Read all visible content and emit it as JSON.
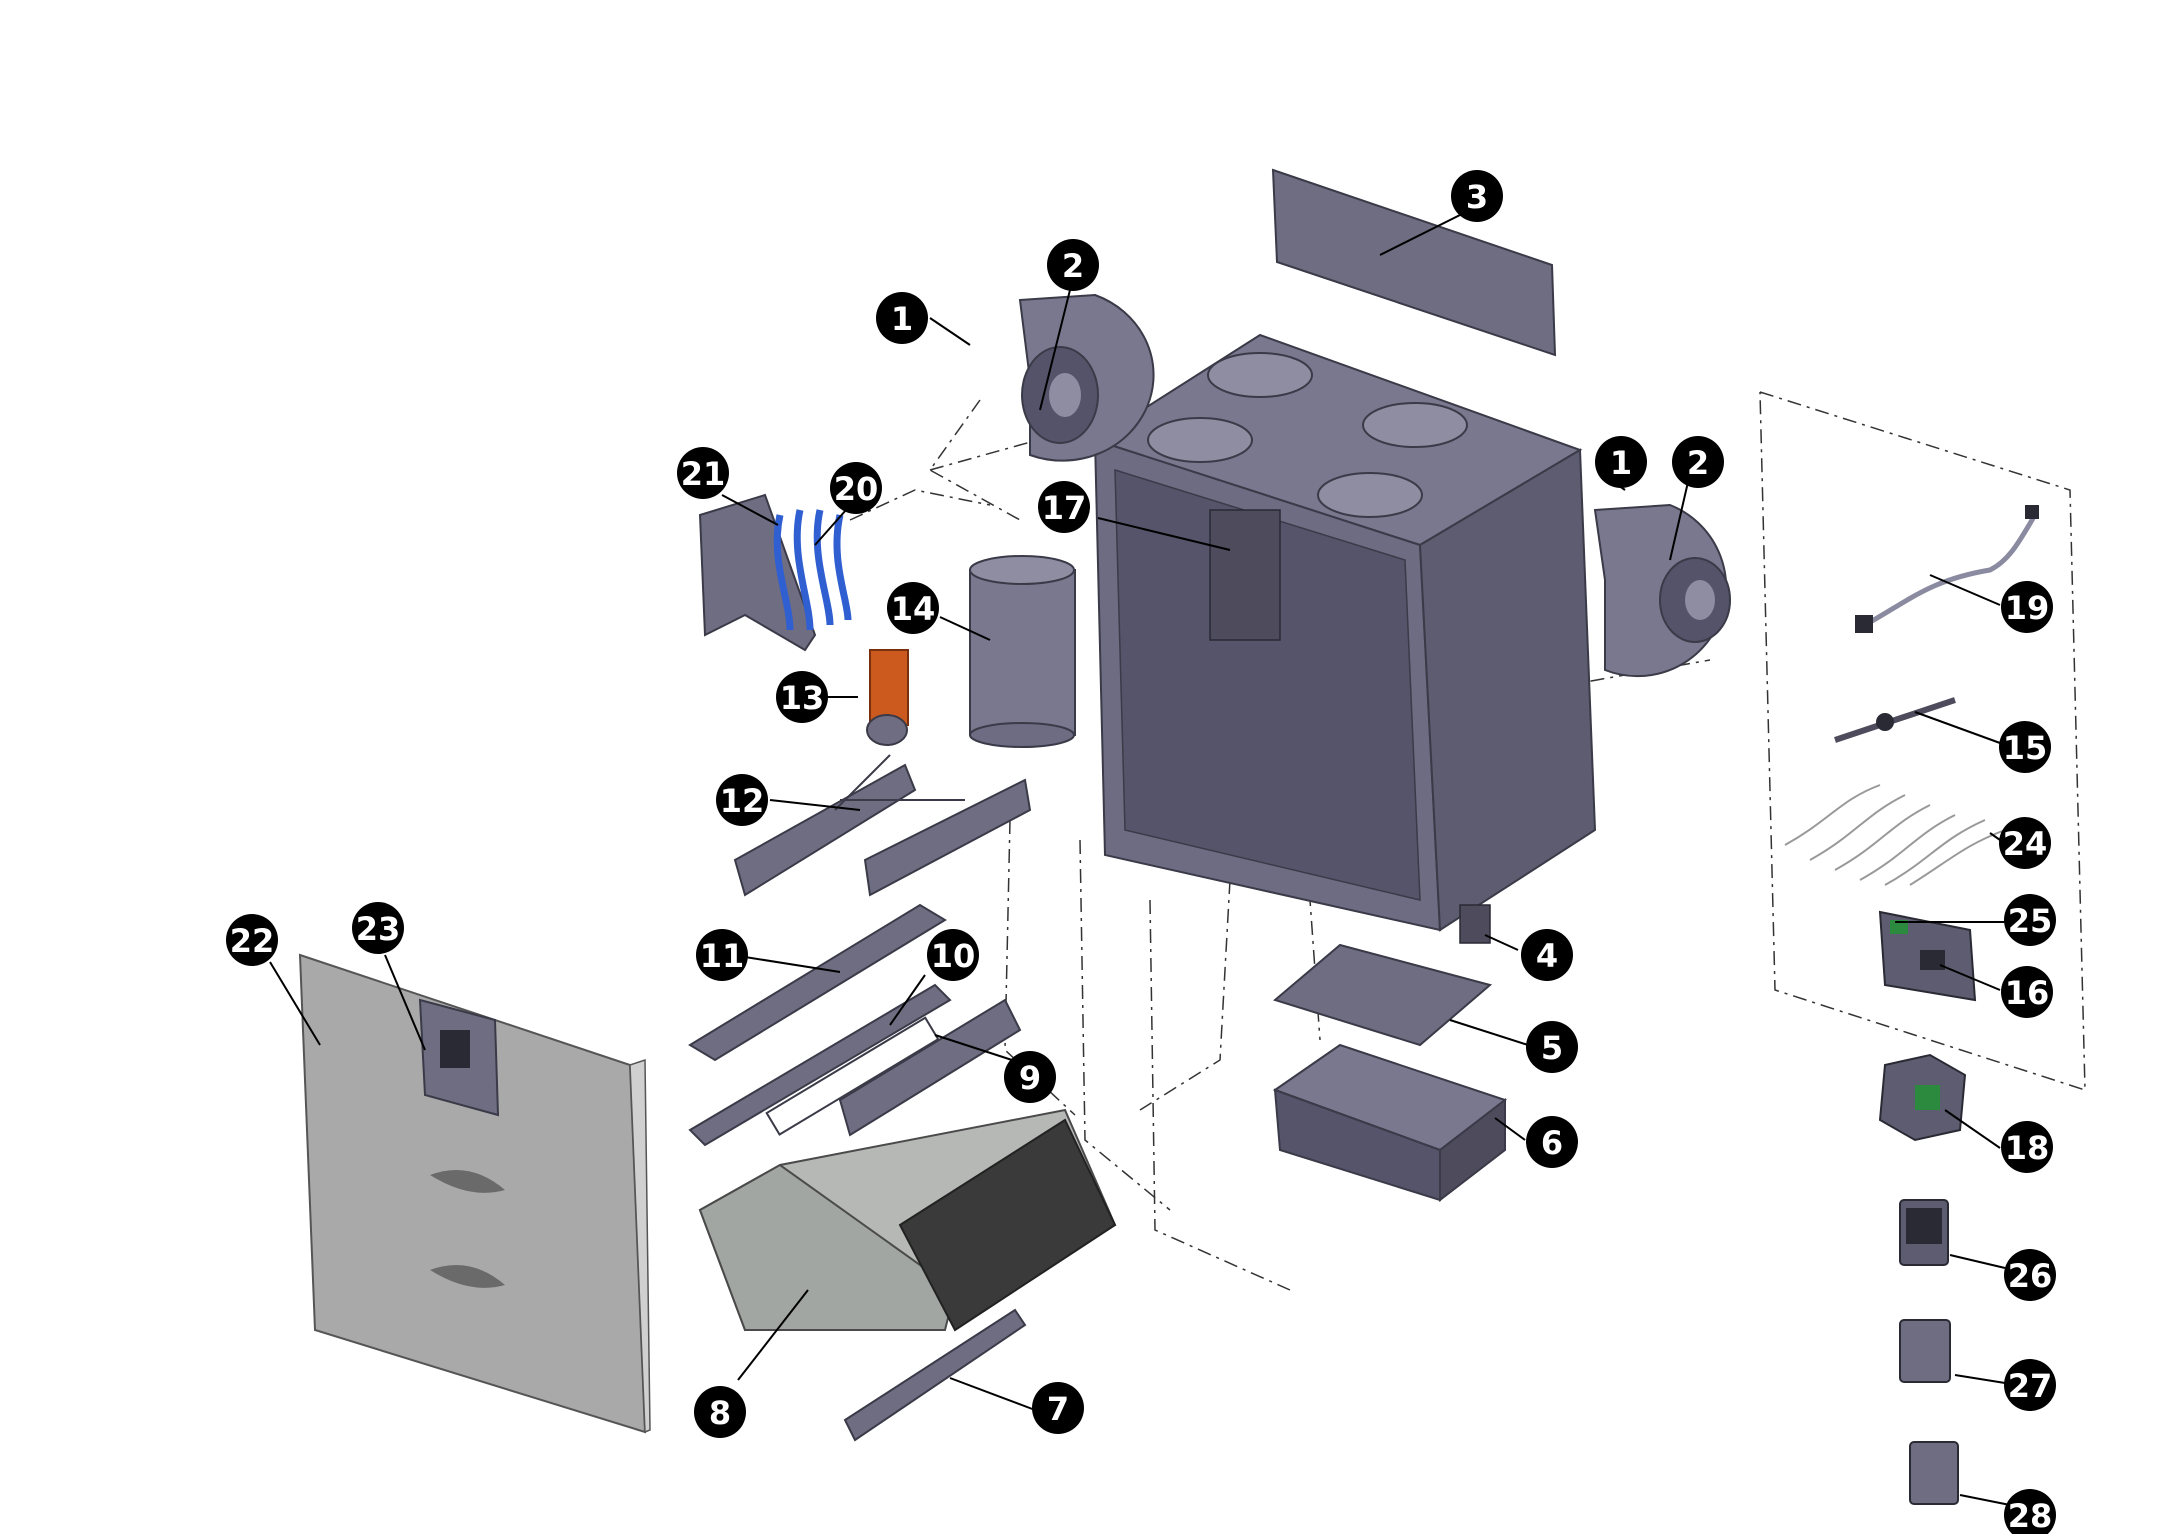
{
  "diagram": {
    "type": "exploded-parts-diagram",
    "callouts": [
      "1",
      "2",
      "3",
      "1",
      "2",
      "17",
      "21",
      "20",
      "14",
      "13",
      "12",
      "11",
      "10",
      "9",
      "22",
      "23",
      "8",
      "7",
      "4",
      "5",
      "6",
      "19",
      "15",
      "24",
      "25",
      "16",
      "18",
      "26",
      "27",
      "28"
    ]
  },
  "colors": {
    "housing": "#6f6d82",
    "housing_dark": "#4d4b5c",
    "panel_light": "#a9a9a9",
    "heater_blue": "#2f5fd0",
    "sensor_orange": "#cc5a1e",
    "callout_fill": "#000000",
    "callout_text": "#ffffff"
  }
}
